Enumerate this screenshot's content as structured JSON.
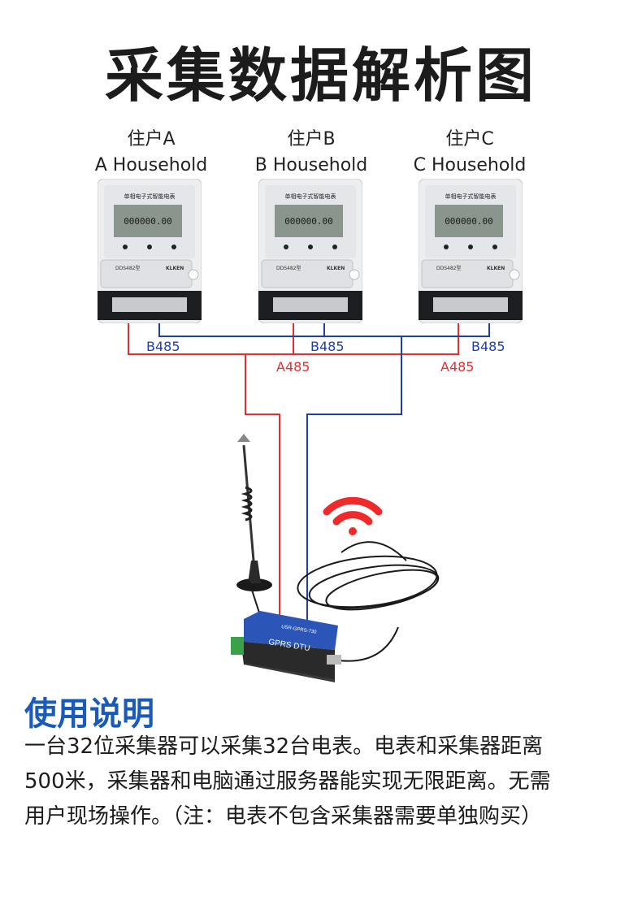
{
  "title": "采集数据解析图",
  "households": [
    {
      "cn": "住户A",
      "en": "A Household"
    },
    {
      "cn": "住户B",
      "en": "B Household"
    },
    {
      "cn": "住户C",
      "en": "C Household"
    }
  ],
  "meter": {
    "header": "单相电子式智能电表",
    "model": "DDS482型",
    "brand": "KLKEN",
    "reading": "000000.00"
  },
  "wires": {
    "b485": "B485",
    "a485": "A485"
  },
  "device": {
    "name": "GPRS DTU",
    "model": "USR-GPRS-730"
  },
  "colors": {
    "red_wire": "#e23030",
    "blue_wire": "#1f3fa8",
    "heading": "#1a5ab8"
  },
  "instructions": {
    "title": "使用说明",
    "lines": [
      "一台32位采集器可以采集32台电表。电表和采集器距离",
      "500米，采集器和电脑通过服务器能实现无限距离。无需",
      "用户现场操作。（注：电表不包含采集器需要单独购买）"
    ]
  }
}
